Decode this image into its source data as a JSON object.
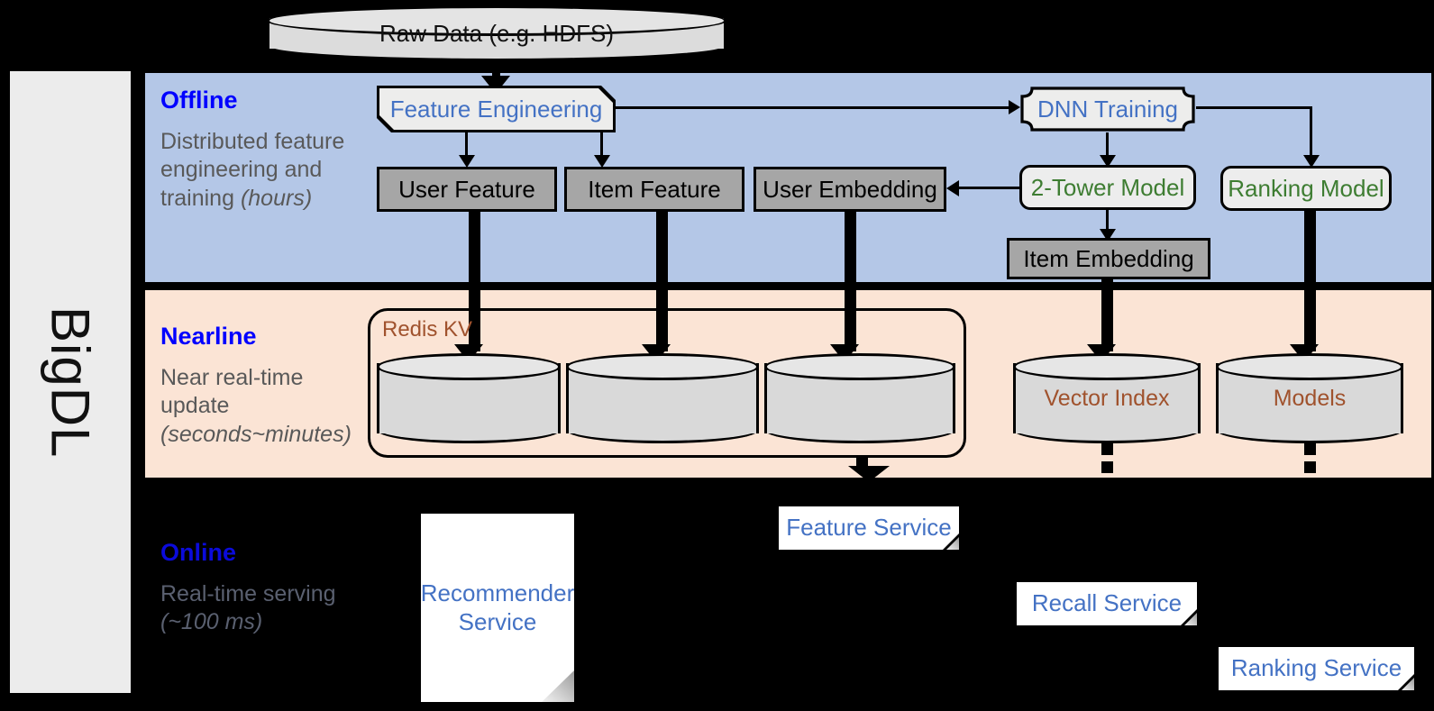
{
  "sidebar": {
    "label": "BigDL"
  },
  "source": {
    "label": "Raw Data (e.g. HDFS)"
  },
  "bands": {
    "offline": {
      "title": "Offline",
      "desc_line1": "Distributed feature engineering and training ",
      "desc_em": "(hours)"
    },
    "nearline": {
      "title": "Nearline",
      "desc_line1": "Near real-time update ",
      "desc_em": "(seconds~minutes)"
    },
    "online": {
      "title": "Online",
      "desc_line1": "Real-time serving ",
      "desc_em": "(~100 ms)"
    }
  },
  "offline_nodes": {
    "feature_engineering": "Feature Engineering",
    "dnn_training": "DNN Training",
    "user_feature": "User Feature",
    "item_feature": "Item Feature",
    "user_embedding": "User Embedding",
    "two_tower_model": "2-Tower Model",
    "ranking_model": "Ranking Model",
    "item_embedding": "Item Embedding"
  },
  "nearline_nodes": {
    "redis_kv": "Redis KV",
    "store_1": "",
    "store_2": "",
    "store_3": "",
    "vector_index": "Vector Index",
    "models": "Models"
  },
  "online_nodes": {
    "recommender_service": "Recommender Service",
    "feature_service": "Feature Service",
    "recall_service": "Recall Service",
    "ranking_service": "Ranking Service"
  },
  "colors": {
    "offline_band": "#b4c7e7",
    "nearline_band": "#fbe4d5",
    "online_band": "#000000",
    "band_title": "#0000ff",
    "band_desc": "#595959",
    "gray_node": "#a6a6a6",
    "light_node": "#ededed",
    "blue_text": "#4472c4",
    "green_text": "#3e7d32",
    "brown_text": "#a0522d",
    "sidebar": "#ececec"
  }
}
